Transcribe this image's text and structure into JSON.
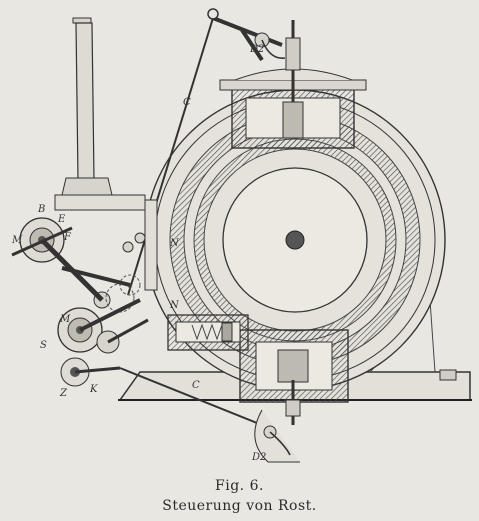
{
  "caption": {
    "figure_number": "Fig. 6.",
    "title": "Steuerung von Rost."
  },
  "drawing_labels": {
    "eccentric_rod_upper": "C",
    "eccentric_rod_lower": "C",
    "valve_top": "D2",
    "valve_bottom": "D2",
    "shaft_upper": "M",
    "shaft_lower": "M",
    "regulator": "N",
    "cylinder": "N",
    "lever_f": "F",
    "lever_b": "B",
    "lever_e": "E",
    "lever_k": "K",
    "lever_z": "Z",
    "lever_s": "S"
  }
}
